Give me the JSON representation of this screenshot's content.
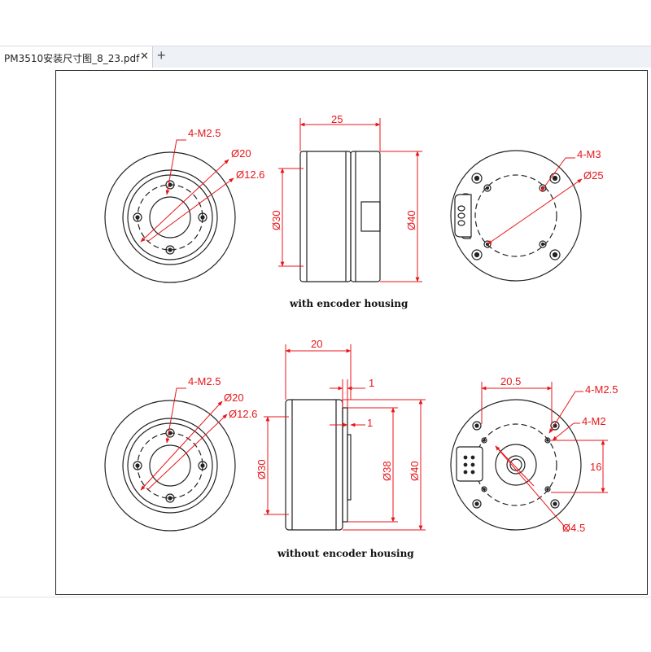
{
  "tab": {
    "title": "PM3510安装尺寸图_8_23.pdf",
    "close_icon": "close-icon",
    "new_tab_icon": "plus-icon"
  },
  "drawing": {
    "top": {
      "front": {
        "label_holes": "4-M2.5",
        "label_d1": "Ø20",
        "label_d2": "Ø12.6"
      },
      "side": {
        "width_label": "25",
        "d_left": "Ø30",
        "d_right": "Ø40"
      },
      "back": {
        "label_holes": "4-M3",
        "label_d": "Ø25"
      },
      "caption": "with encoder housing"
    },
    "bottom": {
      "front": {
        "label_holes": "4-M2.5",
        "label_d1": "Ø20",
        "label_d2": "Ø12.6"
      },
      "side": {
        "width_label": "20",
        "gap1": "1",
        "gap2": "1",
        "d_left": "Ø30",
        "d_mid": "Ø38",
        "d_right": "Ø40"
      },
      "back": {
        "width_label": "20.5",
        "label_holes1": "4-M2.5",
        "label_holes2": "4-M2",
        "height_label": "16",
        "label_d": "Ø4.5"
      },
      "caption": "without encoder housing"
    }
  },
  "colors": {
    "dimension": "#e8161b",
    "outline": "#222222"
  }
}
